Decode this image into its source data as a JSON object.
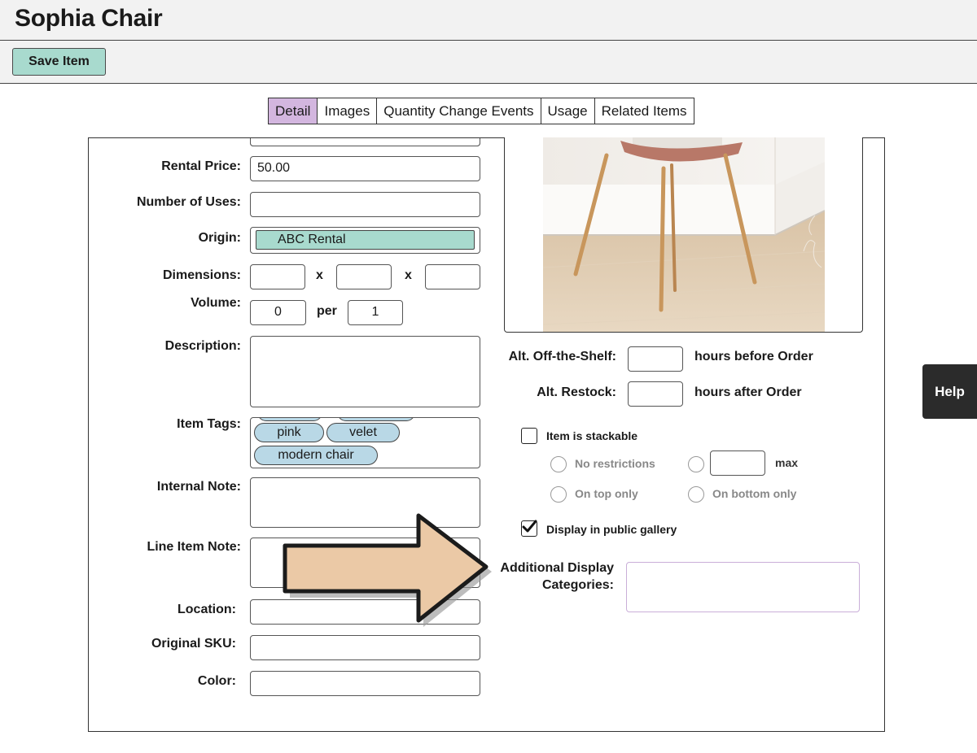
{
  "header": {
    "title": "Sophia Chair"
  },
  "toolbar": {
    "save_label": "Save Item"
  },
  "tabs": [
    {
      "label": "Detail",
      "active": true
    },
    {
      "label": "Images"
    },
    {
      "label": "Quantity Change Events"
    },
    {
      "label": "Usage"
    },
    {
      "label": "Related Items"
    }
  ],
  "form": {
    "rental_price": {
      "label": "Rental Price:",
      "value": "50.00"
    },
    "number_of_uses": {
      "label": "Number of Uses:",
      "value": ""
    },
    "origin": {
      "label": "Origin:",
      "value": "ABC Rental"
    },
    "dimensions": {
      "label": "Dimensions:",
      "sep": "x"
    },
    "volume": {
      "label": "Volume:",
      "value": "0",
      "per_label": "per",
      "per_value": "1"
    },
    "description": {
      "label": "Description:",
      "value": ""
    },
    "item_tags": {
      "label": "Item Tags:",
      "tags": [
        "pink",
        "velet",
        "modern chair"
      ]
    },
    "internal_note": {
      "label": "Internal Note:"
    },
    "line_item_note": {
      "label": "Line Item Note:"
    },
    "location": {
      "label": "Location:"
    },
    "original_sku": {
      "label": "Original SKU:"
    },
    "color": {
      "label": "Color:"
    }
  },
  "right": {
    "alt_off_shelf": {
      "label": "Alt. Off-the-Shelf:",
      "suffix": "hours before Order"
    },
    "alt_restock": {
      "label": "Alt. Restock:",
      "suffix": "hours after Order"
    },
    "stackable": {
      "label": "Item is stackable",
      "checked": false,
      "no_restrictions": "No restrictions",
      "max": "max",
      "on_top_only": "On top only",
      "on_bottom_only": "On bottom only"
    },
    "public_gallery": {
      "label": "Display in public gallery",
      "checked": true
    },
    "additional_categories": {
      "label_line1": "Additional Display",
      "label_line2": "Categories:"
    }
  },
  "help": {
    "label": "Help"
  },
  "colors": {
    "accent_green": "#a8dace",
    "active_tab": "#d3b6df",
    "tag_blue": "#b9d8e6",
    "arrow_fill": "#ebc9a6",
    "help_bg": "#2b2b2b"
  },
  "icons": [
    "checkmark-icon",
    "arrow-icon",
    "chair-photo"
  ]
}
